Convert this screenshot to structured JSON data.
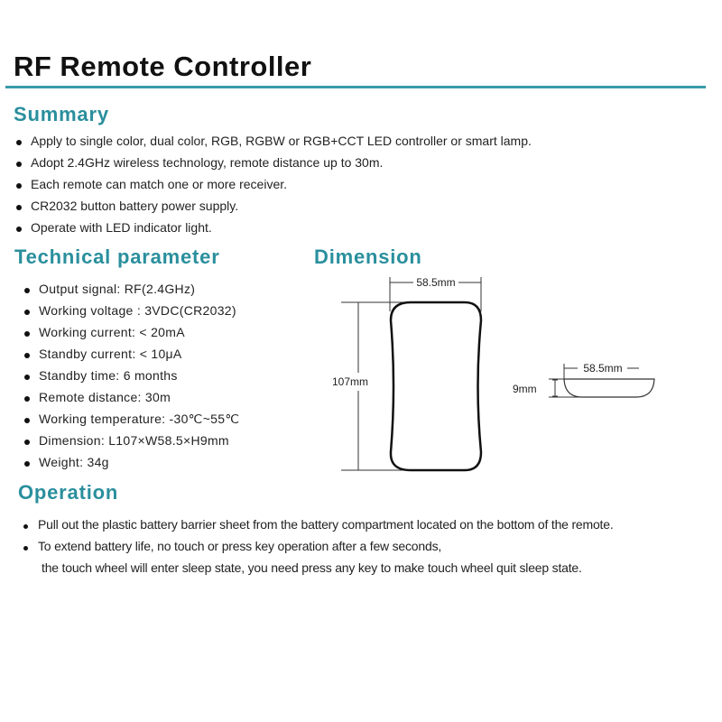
{
  "title": "RF Remote Controller",
  "colors": {
    "accent": "#2a8f9d",
    "rule": "#3a9bab",
    "text": "#222222"
  },
  "summary": {
    "heading": "Summary",
    "items": [
      "Apply to single color, dual color, RGB, RGBW or RGB+CCT LED controller or smart lamp.",
      "Adopt 2.4GHz wireless technology, remote distance up to 30m.",
      "Each remote can match one or more receiver.",
      "CR2032 button battery power supply.",
      "Operate with LED indicator light."
    ]
  },
  "technical": {
    "heading": "Technical parameter",
    "items": [
      "Output signal: RF(2.4GHz)",
      "Working voltage : 3VDC(CR2032)",
      "Working current:  < 20mA",
      "Standby current:  < 10μA",
      "Standby time: 6 months",
      "Remote distance: 30m",
      "Working temperature: -30℃~55℃",
      "Dimension: L107×W58.5×H9mm",
      "Weight: 34g"
    ]
  },
  "dimension": {
    "heading": "Dimension",
    "front_width_label": "58.5mm",
    "front_height_label": "107mm",
    "side_width_label": "58.5mm",
    "side_height_label": "9mm"
  },
  "operation": {
    "heading": "Operation",
    "items": [
      "Pull out the plastic battery barrier sheet from the battery compartment located on the bottom of the remote.",
      "To extend battery life, no touch or press key operation after a few seconds,"
    ],
    "continuation": "the touch wheel will enter sleep state, you need press any key to make touch wheel quit sleep state."
  }
}
